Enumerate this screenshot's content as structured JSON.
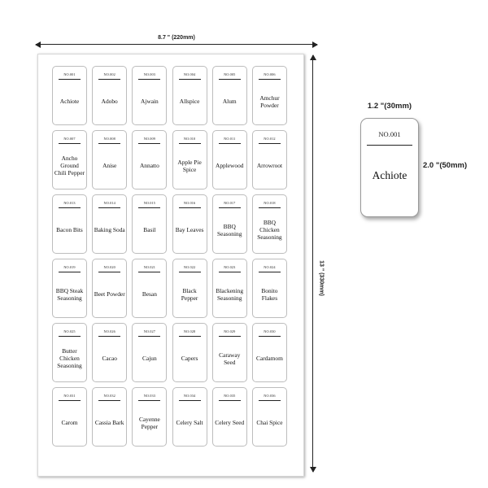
{
  "dimensions": {
    "sheet_width": "8.7 \"  (220mm)",
    "sheet_height": "13 \"  (330mm)",
    "label_width": "1.2 \"(30mm)",
    "label_height": "2.0 \"(50mm)"
  },
  "sample": {
    "number": "NO.001",
    "name": "Achiote"
  },
  "labels": [
    {
      "number": "NO.001",
      "name": "Achiote"
    },
    {
      "number": "NO.002",
      "name": "Adobo"
    },
    {
      "number": "NO.003",
      "name": "Ajwain"
    },
    {
      "number": "NO.004",
      "name": "Allspice"
    },
    {
      "number": "NO.005",
      "name": "Alum"
    },
    {
      "number": "NO.006",
      "name": "Amchur Powder"
    },
    {
      "number": "NO.007",
      "name": "Ancho Ground Chili Pepper"
    },
    {
      "number": "NO.008",
      "name": "Anise"
    },
    {
      "number": "NO.009",
      "name": "Annatto"
    },
    {
      "number": "NO.010",
      "name": "Apple Pie Spice"
    },
    {
      "number": "NO.011",
      "name": "Applewood"
    },
    {
      "number": "NO.012",
      "name": "Arrowroot"
    },
    {
      "number": "NO.013",
      "name": "Bacon Bits"
    },
    {
      "number": "NO.014",
      "name": "Baking Soda"
    },
    {
      "number": "NO.015",
      "name": "Basil"
    },
    {
      "number": "NO.016",
      "name": "Bay Leaves"
    },
    {
      "number": "NO.017",
      "name": "BBQ Seasoning"
    },
    {
      "number": "NO.018",
      "name": "BBQ Chicken Seasoning"
    },
    {
      "number": "NO.019",
      "name": "BBQ Steak Seasoning"
    },
    {
      "number": "NO.020",
      "name": "Beet Powder"
    },
    {
      "number": "NO.021",
      "name": "Besan"
    },
    {
      "number": "NO.022",
      "name": "Black Pepper"
    },
    {
      "number": "NO.023",
      "name": "Blackening Seasoning"
    },
    {
      "number": "NO.024",
      "name": "Bonito Flakes"
    },
    {
      "number": "NO.025",
      "name": "Butter Chicken Seasoning"
    },
    {
      "number": "NO.026",
      "name": "Cacao"
    },
    {
      "number": "NO.027",
      "name": "Cajun"
    },
    {
      "number": "NO.028",
      "name": "Capers"
    },
    {
      "number": "NO.029",
      "name": "Caraway Seed"
    },
    {
      "number": "NO.030",
      "name": "Cardamom"
    },
    {
      "number": "NO.031",
      "name": "Carom"
    },
    {
      "number": "NO.032",
      "name": "Cassia Bark"
    },
    {
      "number": "NO.033",
      "name": "Cayenne Pepper"
    },
    {
      "number": "NO.034",
      "name": "Celery Salt"
    },
    {
      "number": "NO.035",
      "name": "Celery Seed"
    },
    {
      "number": "NO.036",
      "name": "Chai Spice"
    }
  ]
}
